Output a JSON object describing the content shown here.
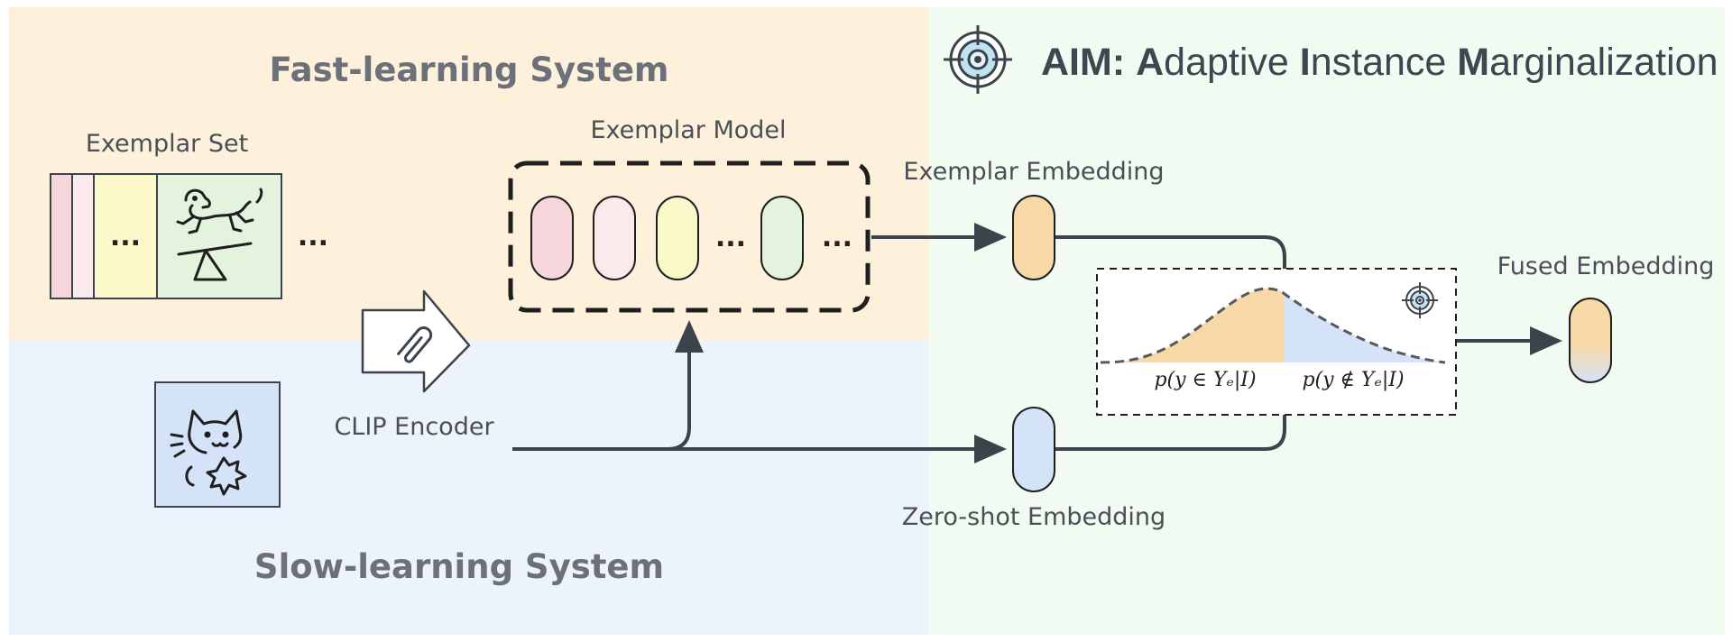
{
  "title": {
    "prefix": "AIM:",
    "words": [
      {
        "initial": "A",
        "rest": "daptive"
      },
      {
        "initial": "I",
        "rest": "nstance"
      },
      {
        "initial": "M",
        "rest": "arginalization"
      }
    ],
    "icon": "crosshair-target-icon"
  },
  "systems": {
    "fast": "Fast-learning System",
    "slow": "Slow-learning System"
  },
  "labels": {
    "exemplar_set": "Exemplar Set",
    "exemplar_model": "Exemplar Model",
    "clip_encoder": "CLIP Encoder",
    "exemplar_embedding": "Exemplar Embedding",
    "zero_shot_embedding": "Zero-shot Embedding",
    "fused_embedding": "Fused Embedding",
    "ellipsis": "...",
    "p_in": "p(y ∈ Yₑ|I)",
    "p_out": "p(y ∉ Yₑ|I)"
  },
  "icons": {
    "exemplar_image": "dog-jumping-seesaw-icon",
    "query_image": "cat-with-leaf-icon",
    "clip": "paperclip-icon",
    "marginal": "crosshair-target-icon"
  },
  "colors": {
    "fast_bg": "#fdf1dc",
    "slow_bg": "#edf3fd",
    "aim_bg": "#f2fbf1",
    "exemplar_orange": "#f7d9a8",
    "zero_shot_blue": "#d5e3f8",
    "pink": "#f6d6db",
    "light_pink": "#fbeaec",
    "yellow": "#fbf8c9",
    "green": "#e4f3de",
    "arrow": "#3d434b"
  }
}
